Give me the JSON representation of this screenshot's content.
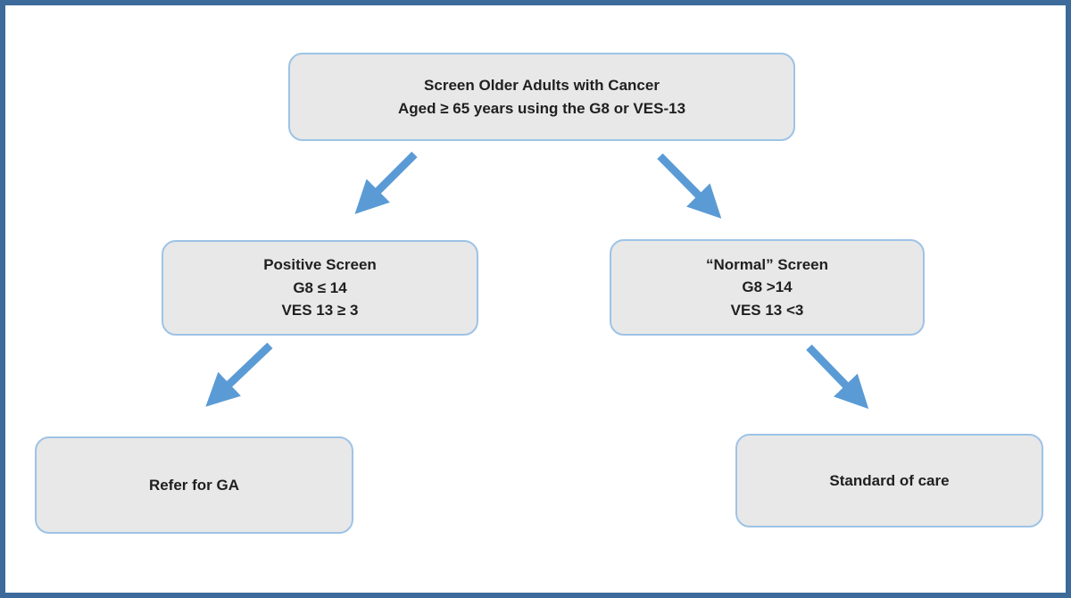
{
  "diagram": {
    "type": "flowchart",
    "nodes": {
      "root": {
        "id": "screen-older-adults",
        "lines": [
          "Screen Older Adults with Cancer",
          "Aged ≥ 65 years using the G8 or VES-13"
        ]
      },
      "positive": {
        "id": "positive-screen",
        "lines": [
          "Positive Screen",
          "G8 ≤ 14",
          "VES 13 ≥ 3"
        ]
      },
      "normal": {
        "id": "normal-screen",
        "lines": [
          "“Normal” Screen",
          "G8 >14",
          "VES 13 <3"
        ]
      },
      "refer": {
        "id": "refer-for-ga",
        "lines": [
          "Refer for GA"
        ]
      },
      "standard": {
        "id": "standard-of-care",
        "lines": [
          "Standard of care"
        ]
      }
    },
    "edges": [
      {
        "from": "screen-older-adults",
        "to": "positive-screen"
      },
      {
        "from": "screen-older-adults",
        "to": "normal-screen"
      },
      {
        "from": "positive-screen",
        "to": "refer-for-ga"
      },
      {
        "from": "normal-screen",
        "to": "standard-of-care"
      }
    ]
  },
  "colors": {
    "frame-border": "#3c6a9a",
    "box-fill": "#e8e8e8",
    "box-border": "#9dc3e6",
    "arrow-blue": "#5b9bd5",
    "text-color": "#1f1f1f"
  }
}
